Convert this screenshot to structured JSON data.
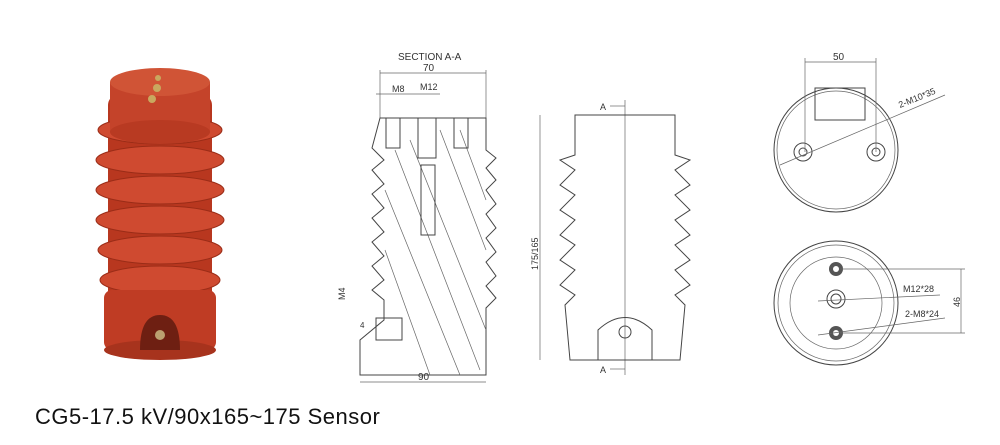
{
  "caption": "CG5-17.5 kV/90x165~175 Sensor",
  "colors": {
    "insulator": "#c8402a",
    "insulator_dark": "#8e2a1a"
  },
  "section_view": {
    "title": "SECTION  A-A",
    "width_top": "70",
    "m8": "M8",
    "m12": "M12",
    "m4": "M4",
    "small_dim": "4",
    "width_bottom": "90"
  },
  "side_view": {
    "section_mark_top": "A",
    "section_mark_bottom": "A",
    "height": "175/165"
  },
  "top_view": {
    "spacing": "50",
    "holes": "2-M10*35"
  },
  "bottom_view": {
    "center_hole": "M12*28",
    "side_holes": "2-M8*24",
    "spacing": "46"
  }
}
